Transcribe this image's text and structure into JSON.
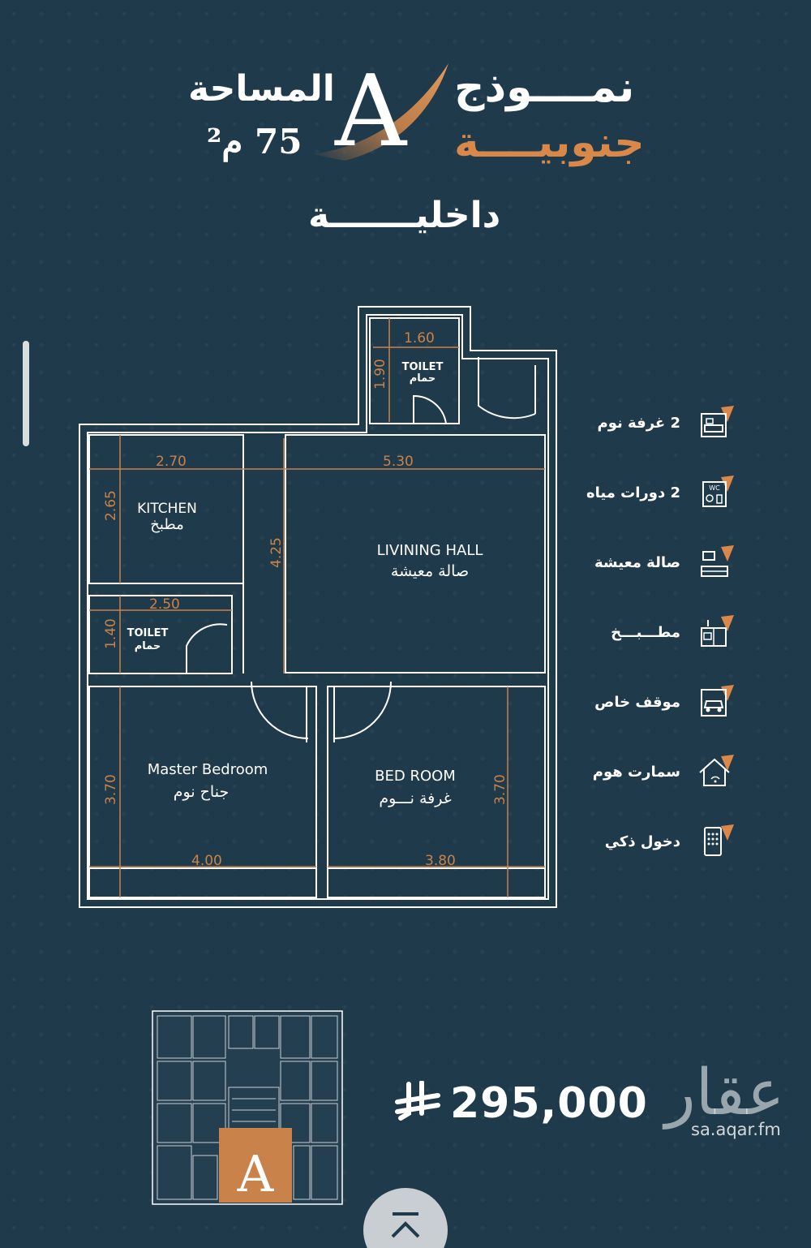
{
  "header": {
    "model_label": "نمــــوذج",
    "model_letter": "A",
    "direction_label": "جنوبيــــة",
    "area_label": "المساحة",
    "area_value": "75 م²",
    "interior_label": "داخليـــــــة"
  },
  "plan": {
    "rooms": {
      "toilet_top_en": "TOILET",
      "toilet_top_ar": "حمام",
      "kitchen_en": "KITCHEN",
      "kitchen_ar": "مطبخ",
      "living_en": "LIVINING  HALL",
      "living_ar": "صالة  معيشة",
      "toilet_bottom_en": "TOILET",
      "toilet_bottom_ar": "حمام",
      "master_en": "Master  Bedroom",
      "master_ar": "جناح نوم",
      "bed_en": "BED  ROOM",
      "bed_ar": "غرفة  نـــوم"
    },
    "dimensions": {
      "toilet_top_w": "1.60",
      "toilet_top_h": "1.90",
      "kitchen_w": "2.70",
      "kitchen_h": "2.65",
      "hall_w": "5.30",
      "corridor_h": "4.25",
      "toilet_bottom_w": "2.50",
      "toilet_bottom_h": "1.40",
      "master_h": "3.70",
      "master_w": "4.00",
      "bed_w": "3.80",
      "bed_h": "3.70"
    }
  },
  "features": [
    {
      "label": "2 غرفة نوم",
      "icon": "bedroom-icon"
    },
    {
      "label": "2 دورات مياه",
      "icon": "wc-icon"
    },
    {
      "label": "صالة معيشة",
      "icon": "living-room-icon"
    },
    {
      "label": "مطـــبـــخ",
      "icon": "kitchen-icon"
    },
    {
      "label": "موقف خاص",
      "icon": "parking-icon"
    },
    {
      "label": "سمارت هوم",
      "icon": "smart-home-icon"
    },
    {
      "label": "دخول ذكي",
      "icon": "smart-entry-icon"
    }
  ],
  "building_thumbnail": {
    "highlight_letter": "A"
  },
  "price": {
    "amount": "295,000",
    "currency_icon": "riyal-symbol-icon"
  },
  "watermark": {
    "logo_ar": "عقار",
    "url": "sa.aqar.fm"
  },
  "colors": {
    "background": "#1f3a4a",
    "accent": "#d9884a",
    "plan_lines": "#ffffff",
    "dimension_lines": "#c9824a"
  }
}
